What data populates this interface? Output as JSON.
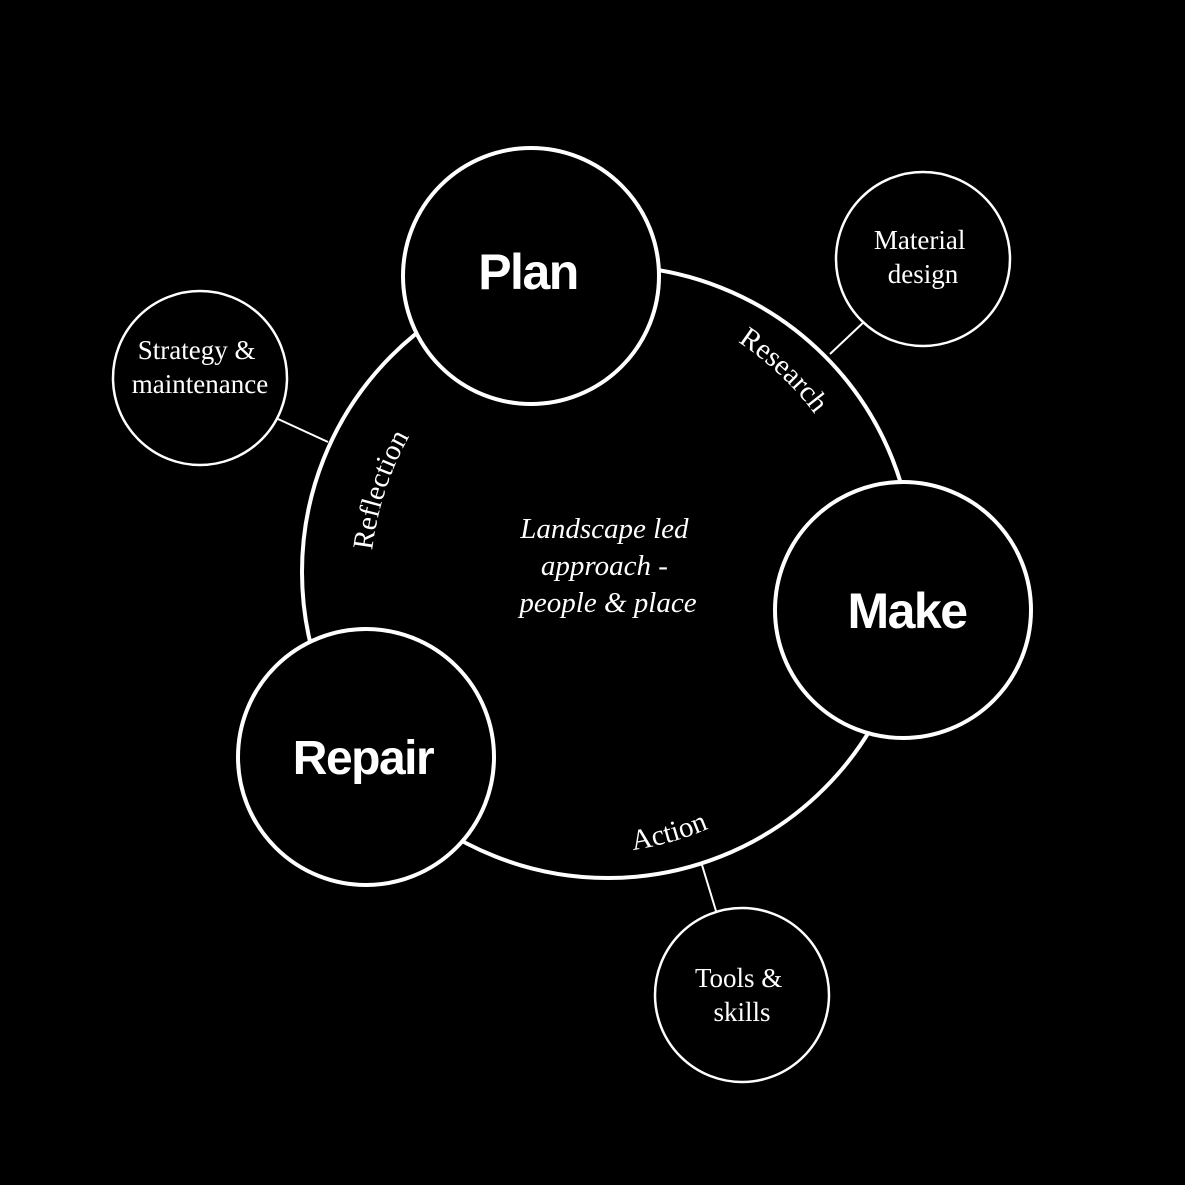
{
  "center": {
    "lines": [
      "Landscape led",
      "approach -",
      "people & place"
    ]
  },
  "main_nodes": {
    "plan": "Plan",
    "make": "Make",
    "repair": "Repair"
  },
  "cycle_labels": {
    "research": "Research",
    "action": "Action",
    "reflection": "Reflection"
  },
  "satellites": {
    "material_design": [
      "Material",
      "design"
    ],
    "strategy_maintenance": [
      "Strategy &",
      "maintenance"
    ],
    "tools_skills": [
      "Tools &",
      "skills"
    ]
  },
  "colors": {
    "background": "#000000",
    "foreground": "#ffffff"
  }
}
